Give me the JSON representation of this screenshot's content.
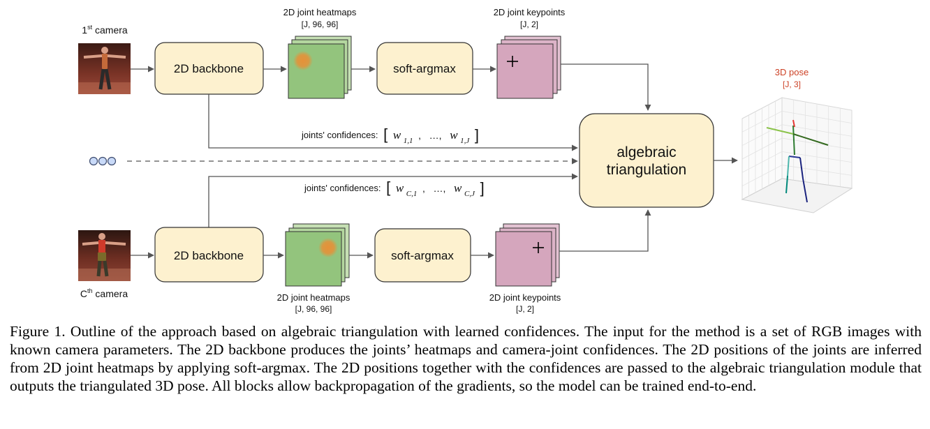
{
  "cameras": {
    "first": {
      "label": "1",
      "sup": "st",
      "suffix": " camera"
    },
    "last": {
      "label": "C",
      "sup": "th",
      "suffix": " camera"
    }
  },
  "blocks": {
    "backbone": "2D backbone",
    "softargmax": "soft-argmax",
    "triangulation_line1": "algebraic",
    "triangulation_line2": "triangulation"
  },
  "top_branch": {
    "heatmaps_title": "2D joint heatmaps",
    "heatmaps_shape": "[J, 96, 96]",
    "keypoints_title": "2D joint keypoints",
    "keypoints_shape": "[J, 2]",
    "confidences_prefix": "joints' confidences:",
    "conf_first": "w",
    "conf_first_sub": "1,1",
    "conf_dots": "…,",
    "conf_last": "w",
    "conf_last_sub": "1,J"
  },
  "bottom_branch": {
    "heatmaps_title": "2D joint heatmaps",
    "heatmaps_shape": "[J, 96, 96]",
    "keypoints_title": "2D joint keypoints",
    "keypoints_shape": "[J, 2]",
    "confidences_prefix": "joints' confidences:",
    "conf_first": "w",
    "conf_first_sub": "C,1",
    "conf_dots": "…,",
    "conf_last": "w",
    "conf_last_sub": "C,J"
  },
  "output": {
    "title": "3D pose",
    "shape": "[J, 3]"
  },
  "caption": "Figure 1. Outline of the approach based on algebraic triangulation with learned confidences. The input for the method is a set of RGB images with known camera parameters. The 2D backbone produces the joints’ heatmaps and camera-joint confidences. The 2D positions of the joints are inferred from 2D joint heatmaps by applying soft-argmax. The 2D positions together with the confidences are passed to the algebraic triangulation module that outputs the triangulated 3D pose. All blocks allow backpropagation of the gradients, so the model can be trained end-to-end.",
  "colors": {
    "block_fill": "#fdf1cf",
    "heatmap_fill": "#93c47d",
    "heatmap_back": "#c6e0b4",
    "keypoint_fill": "#d5a6bd",
    "hotspot": "#e69138",
    "arrow": "#555555",
    "output_title": "#cc4125",
    "ellipsis_dots": "#c9daf8"
  }
}
